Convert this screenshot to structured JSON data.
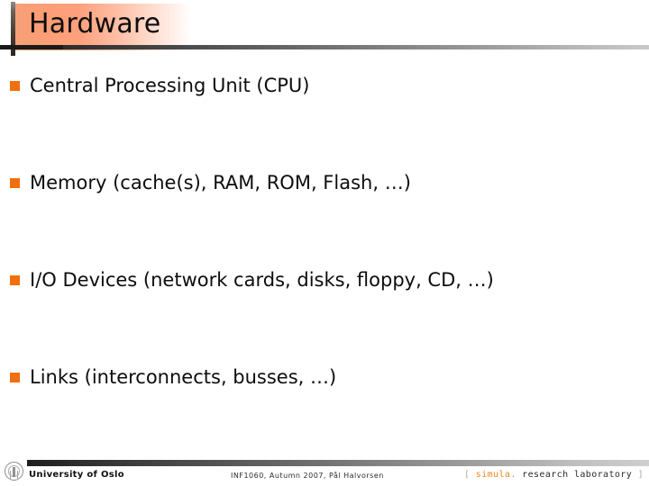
{
  "slide": {
    "title": "Hardware",
    "bullets": [
      {
        "marker": "square-bullet",
        "text": "Central Processing Unit (CPU)"
      },
      {
        "marker": "square-bullet",
        "text": "Memory (cache(s), RAM, ROM, Flash, …)"
      },
      {
        "marker": "square-bullet",
        "text": "I/O Devices (network cards, disks, floppy, CD, …)"
      },
      {
        "marker": "square-bullet",
        "text": "Links (interconnects, busses, …)"
      }
    ]
  },
  "footer": {
    "institution": "University of Oslo",
    "course_line": "INF1060, Autumn 2007, Pål Halvorsen",
    "sponsor": {
      "open_bracket": "[",
      "name": "simula",
      "separator": ".",
      "tagline": "research laboratory",
      "close_bracket": "]"
    },
    "seal_icon": "uio-seal-icon"
  },
  "colors": {
    "bullet_orange": "#f0700d",
    "title_gradient_orange": "#ffa07d",
    "simula_orange": "#e8891f",
    "text_black": "#0d0d0d",
    "rule_dark": "#1c1c1c"
  }
}
